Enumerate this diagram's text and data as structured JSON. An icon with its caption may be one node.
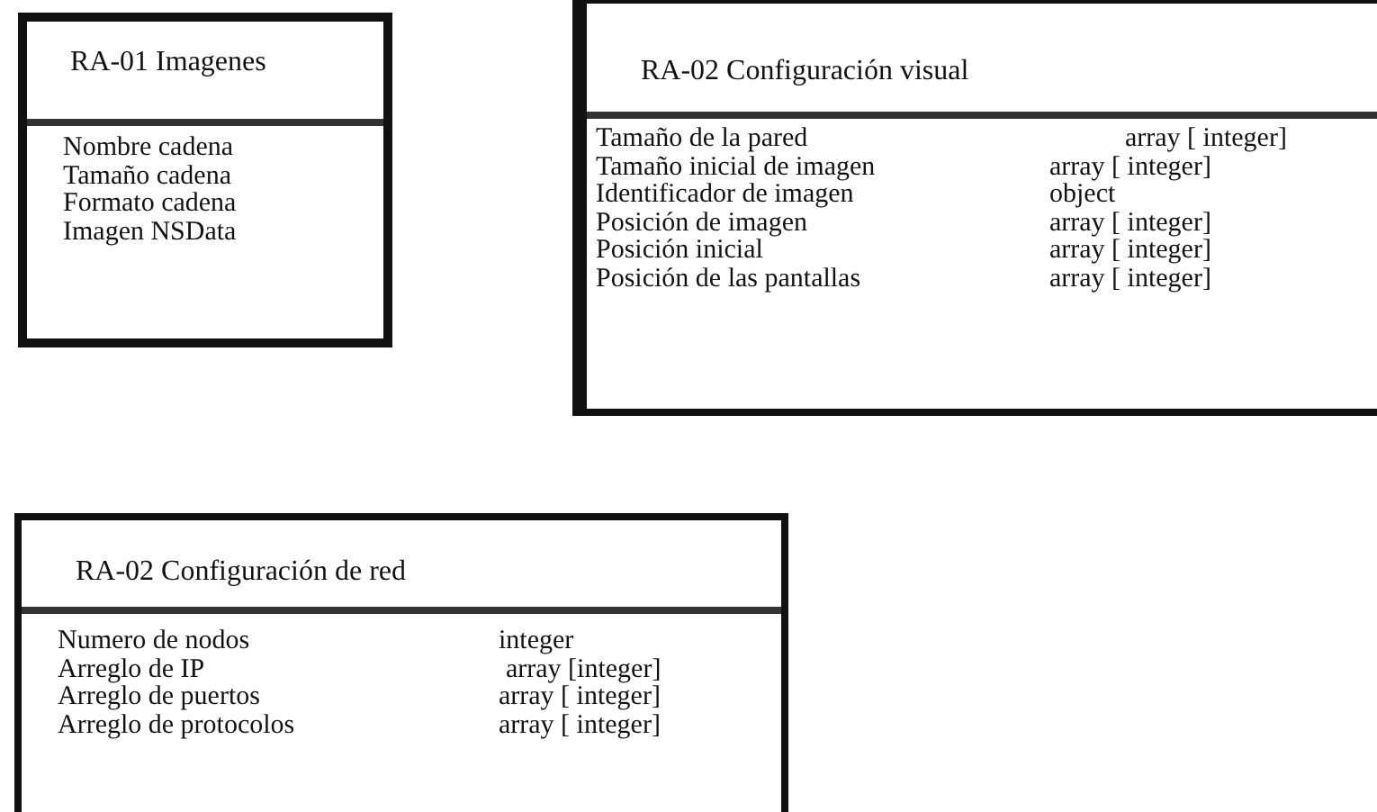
{
  "diagram": {
    "nodes": [
      {
        "text": [
          "RA-01 Imagenes",
          "Nombre cadena",
          "Tamaño cadena",
          "Formato cadena",
          "Imagen NSData"
        ]
      },
      {
        "text": [
          "RA-02 Configuración visual",
          "Tamaño de la pared",
          "array [ integer]",
          "Tamaño inicial de imagen",
          "array [ integer]",
          "Identificador de imagen",
          "object",
          "Posición de imagen",
          "array [ integer]",
          "Posición inicial",
          "array [ integer]",
          "Posición de las pantallas",
          "array [ integer]"
        ]
      },
      {
        "text": [
          "RA-02 Configuración de red",
          "Numero de nodos",
          "integer",
          "Arreglo de IP",
          "array [integer]",
          "Arreglo de puertos",
          "array [ integer]",
          "Arreglo de protocolos",
          "array [ integer]"
        ]
      }
    ]
  }
}
